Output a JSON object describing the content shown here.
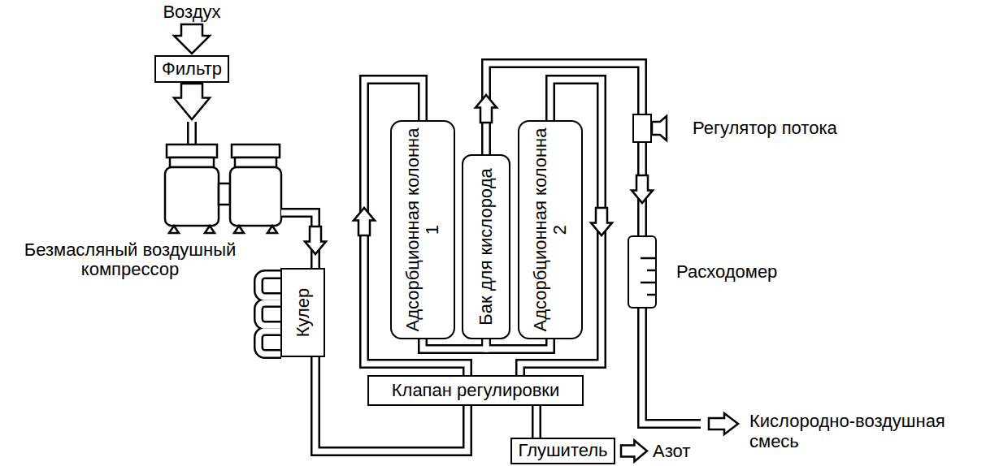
{
  "diagram": {
    "nodes": [
      {
        "text": [
          "Фильтр"
        ]
      },
      {
        "text": [
          "Безмасляный воздушный компрессор"
        ]
      },
      {
        "text": [
          "Кулер"
        ]
      },
      {
        "text": [
          "Адсорбционная колонна 1"
        ]
      },
      {
        "text": [
          "Бак для кислорода"
        ]
      },
      {
        "text": [
          "Адсорбционная колонна 2"
        ]
      },
      {
        "text": [
          "Регулятор потока"
        ]
      },
      {
        "text": [
          "Расходомер"
        ]
      },
      {
        "text": [
          "Клапан регулировки"
        ]
      },
      {
        "text": [
          "Глушитель"
        ]
      }
    ],
    "edges": [
      {
        "from": 0,
        "to": 1,
        "arrow": "to"
      },
      {
        "from": 1,
        "to": 2,
        "arrow": "to"
      },
      {
        "from": 2,
        "to": 8,
        "arrow": "none"
      },
      {
        "from": 8,
        "to": 3,
        "arrow": "to"
      },
      {
        "from": 5,
        "to": 8,
        "arrow": "to"
      },
      {
        "from": 3,
        "to": 4,
        "arrow": "none"
      },
      {
        "from": 5,
        "to": 4,
        "arrow": "none"
      },
      {
        "from": 4,
        "to": 6,
        "arrow": "to"
      },
      {
        "from": 6,
        "to": 7,
        "arrow": "to"
      },
      {
        "from": 8,
        "to": 9,
        "arrow": "none"
      }
    ],
    "labels": [
      "Воздух",
      "Азот",
      "Кислородно-воздушная смесь"
    ]
  }
}
